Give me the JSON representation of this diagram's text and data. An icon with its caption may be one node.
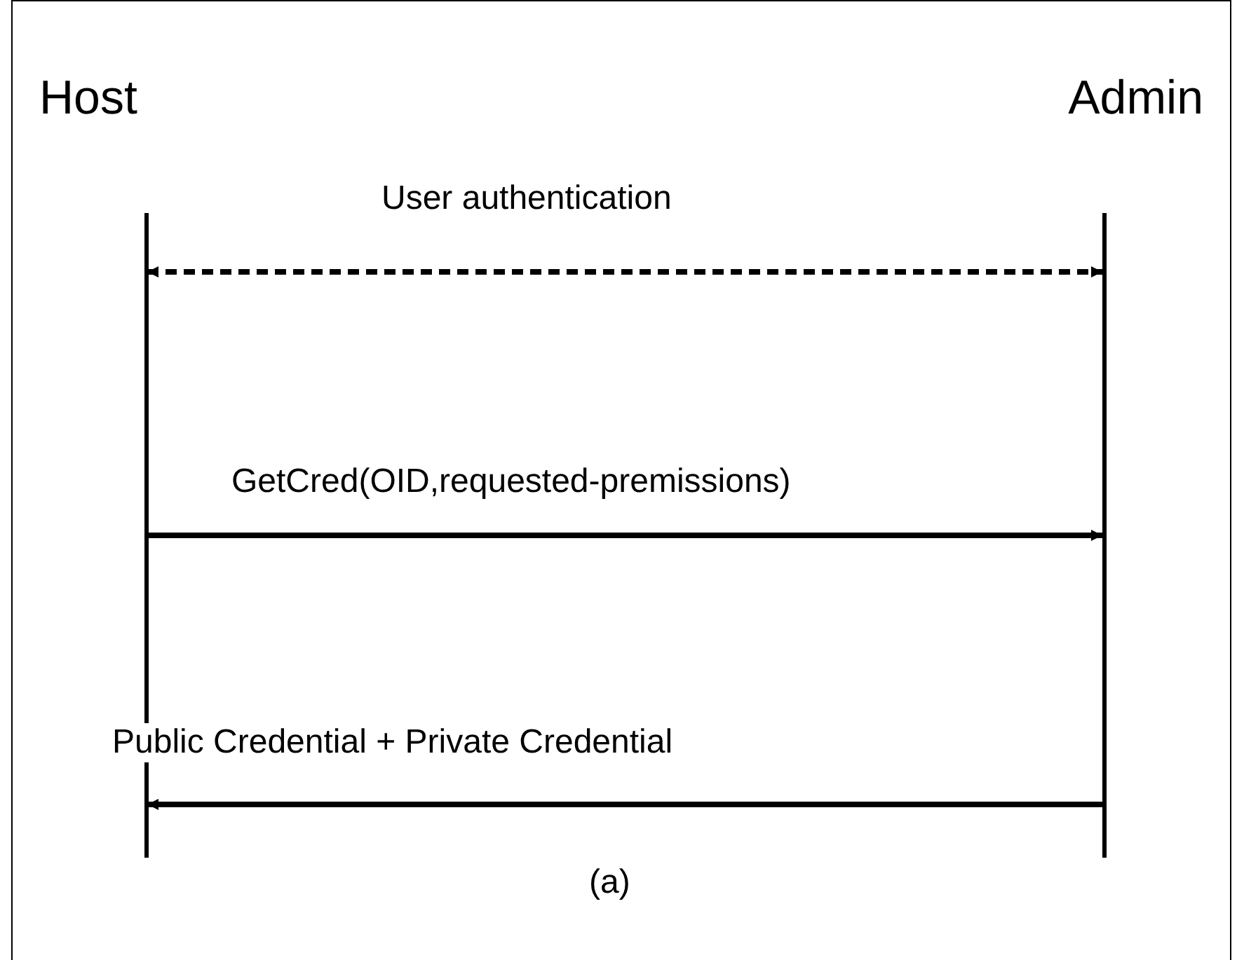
{
  "diagram": {
    "caption": "(a)",
    "nodes": [
      {
        "text": [
          "Host"
        ]
      },
      {
        "text": [
          "Admin"
        ]
      }
    ],
    "edges": [
      {
        "from": 0,
        "to": 1,
        "arrow": "both",
        "style": "dashed",
        "label": "User authentication"
      },
      {
        "from": 0,
        "to": 1,
        "arrow": "to",
        "label": "GetCred(OID,requested-premissions)"
      },
      {
        "from": 1,
        "to": 0,
        "arrow": "to",
        "label": "Public Credential + Private Credential"
      }
    ]
  }
}
